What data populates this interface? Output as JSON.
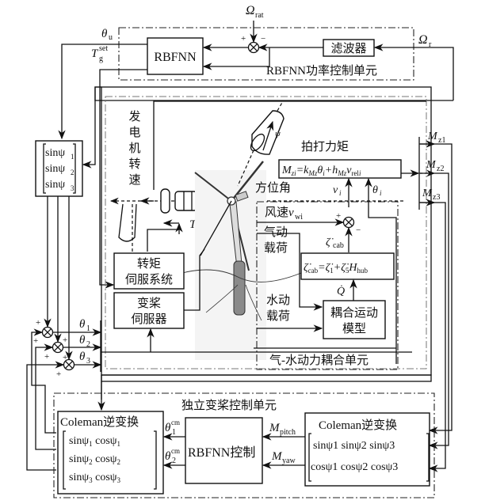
{
  "figure": {
    "inputs": {
      "omega_rat": "Ω",
      "omega_rat_sub": "rat",
      "omega_r": "Ω",
      "omega_r_sub": "r"
    },
    "power_unit": {
      "title": "RBFNN功率控制单元",
      "rbfnn_label": "RBFNN",
      "filter_label": "滤波器",
      "sum_plus": "+",
      "sum_minus": "−",
      "out_theta": "θ",
      "out_theta_sub": "u",
      "out_tg": "T",
      "out_tg_sub": "g",
      "out_tg_sup": "set"
    },
    "sin_block": {
      "rows": [
        "sinψ",
        "sinψ",
        "sinψ"
      ],
      "subs": [
        "1",
        "2",
        "3"
      ]
    },
    "turbine": {
      "gen_speed_label": [
        "发",
        "电",
        "机",
        "转",
        "速"
      ],
      "tg_label": "T",
      "tg_sub": "g",
      "torque_servo": [
        "转矩",
        "伺服系统"
      ],
      "pitch_servo": [
        "变桨",
        "伺服器"
      ],
      "azimuth_label": "方位角",
      "psi_label": "ψ"
    },
    "flap_moment": {
      "title": "拍打力矩",
      "equation": "M_zi = k_Mz θ_i + h_Mz v_reli",
      "vi_label": "v",
      "vi_sub": "i",
      "theta_i_label": "θ",
      "theta_i_sub": "i",
      "outputs": [
        {
          "label": "M",
          "sub": "z1"
        },
        {
          "label": "M",
          "sub": "z2"
        },
        {
          "label": "M",
          "sub": "z3"
        }
      ]
    },
    "aero_hydro_unit": {
      "title": "气-水动力耦合单元",
      "wind_speed": "风速",
      "wind_var": "v",
      "wind_sub": "wi",
      "aero_load": [
        "气动",
        "载荷"
      ],
      "hydro_load": [
        "水动",
        "载荷"
      ],
      "zeta_cab": "ζ̇",
      "zeta_sub": "cab",
      "zeta_equation": "ζ̇cab = ζ̇1 + ζ̇5 Hhub",
      "q_dot": "Q̇",
      "coupled_model": [
        "耦合运动",
        "模型"
      ],
      "sum_plus": "+",
      "sum_minus": "−"
    },
    "pitch_sums": {
      "thetas": [
        {
          "label": "θ",
          "sub": "1"
        },
        {
          "label": "θ",
          "sub": "2"
        },
        {
          "label": "θ",
          "sub": "3"
        }
      ],
      "plus": "+"
    },
    "ipc_unit": {
      "title": "独立变桨控制单元",
      "inv_coleman_left": {
        "title": "Coleman逆变换",
        "rows": [
          [
            "sinψ",
            "1",
            "cosψ",
            "1"
          ],
          [
            "sinψ",
            "2",
            "cosψ",
            "2"
          ],
          [
            "sinψ",
            "3",
            "cosψ",
            "3"
          ]
        ]
      },
      "rbfnn_label": "RBFNN控制",
      "theta1_cm": {
        "label": "θ",
        "sub": "1",
        "sup": "cm"
      },
      "theta2_cm": {
        "label": "θ",
        "sub": "2",
        "sup": "cm"
      },
      "m_pitch": {
        "label": "M",
        "sub": "pitch"
      },
      "m_yaw": {
        "label": "M",
        "sub": "yaw"
      },
      "coleman_right": {
        "title": "Coleman逆变换",
        "row1": "sinψ1 sinψ2 sinψ3",
        "row2": "cosψ1 cosψ2 cosψ3"
      }
    }
  }
}
